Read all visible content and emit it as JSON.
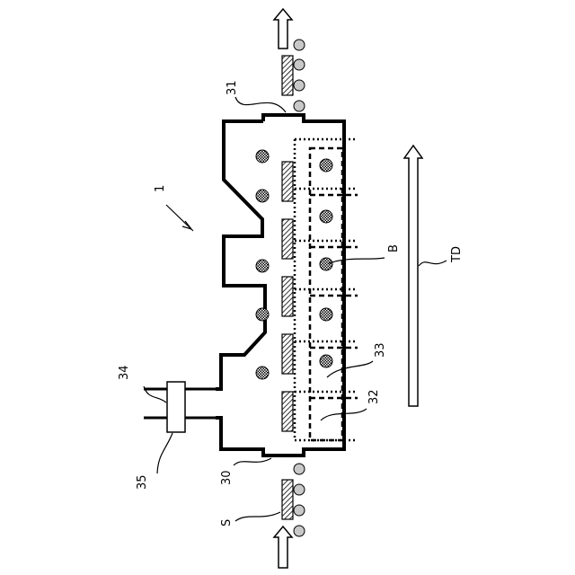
{
  "labels": {
    "apparatus": "1",
    "outlet": "31",
    "inlet": "30",
    "pipe": "34",
    "valve": "35",
    "heater_b": "B",
    "part_33": "33",
    "part_32": "32",
    "sample": "S",
    "direction": "TD"
  },
  "colors": {
    "line": "#000000",
    "roller_fill": "#c8c8c8",
    "background": "#ffffff"
  }
}
